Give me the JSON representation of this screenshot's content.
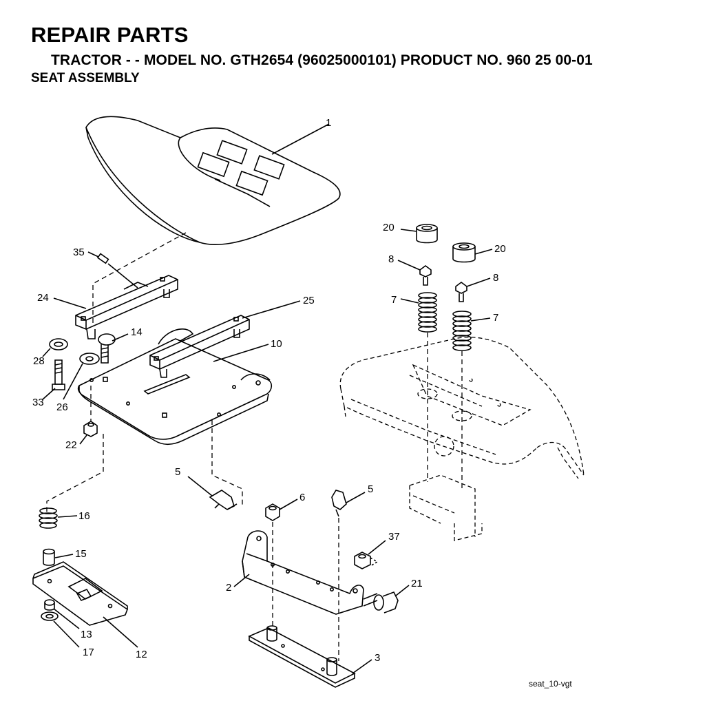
{
  "header": {
    "title": "REPAIR PARTS",
    "subtitle": "TRACTOR - - MODEL NO. GTH2654 (96025000101) PRODUCT NO. 960 25 00-01",
    "section": "SEAT ASSEMBLY"
  },
  "diagram": {
    "reference": "seat_10-vgt",
    "callouts": {
      "c1": "1",
      "c20a": "20",
      "c20b": "20",
      "c8a": "8",
      "c8b": "8",
      "c7a": "7",
      "c7b": "7",
      "c35": "35",
      "c24": "24",
      "c25": "25",
      "c14": "14",
      "c10": "10",
      "c28": "28",
      "c33": "33",
      "c26": "26",
      "c22": "22",
      "c5a": "5",
      "c5b": "5",
      "c6": "6",
      "c16": "16",
      "c15": "15",
      "c37": "37",
      "c2": "2",
      "c21": "21",
      "c13": "13",
      "c12": "12",
      "c17": "17",
      "c3": "3"
    }
  }
}
